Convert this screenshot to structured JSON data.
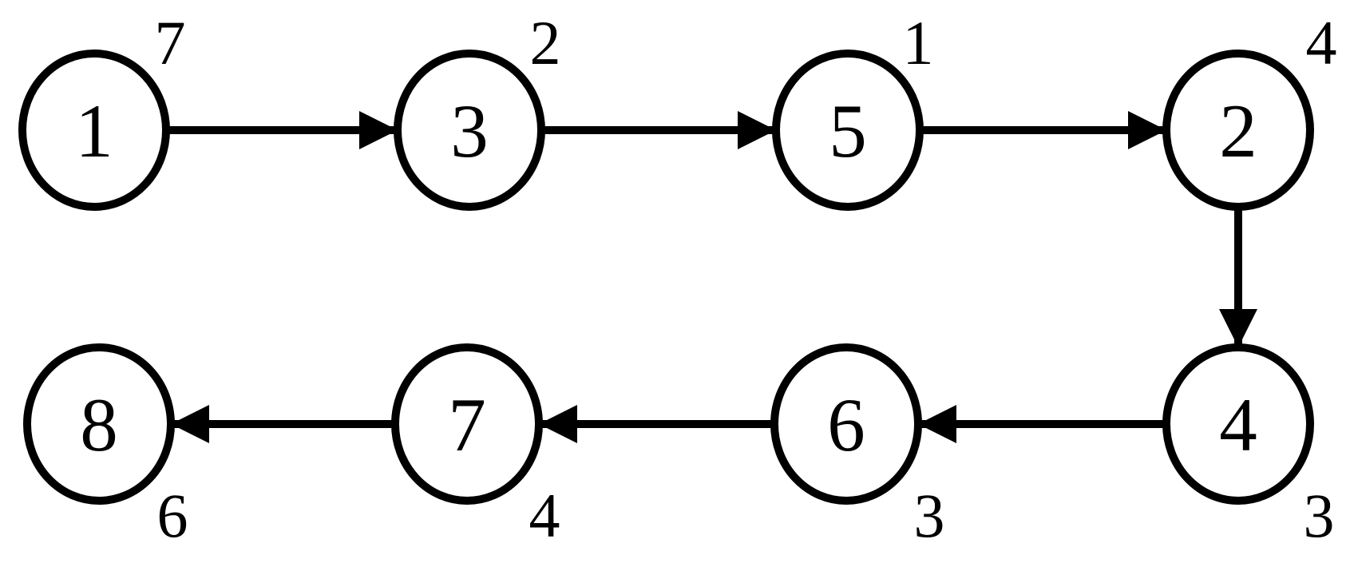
{
  "figure": {
    "type": "directed-graph-linked-list",
    "background_color": "#ffffff",
    "stroke_color": "#000000",
    "node_fill_color": "#ffffff",
    "nodes": [
      {
        "id": "1",
        "value": "7",
        "value_position": "top-right",
        "row": "top"
      },
      {
        "id": "3",
        "value": "2",
        "value_position": "top-right",
        "row": "top"
      },
      {
        "id": "5",
        "value": "1",
        "value_position": "top-right",
        "row": "top"
      },
      {
        "id": "2",
        "value": "4",
        "value_position": "top-right",
        "row": "top"
      },
      {
        "id": "4",
        "value": "3",
        "value_position": "bottom-right",
        "row": "bottom"
      },
      {
        "id": "6",
        "value": "3",
        "value_position": "bottom-right",
        "row": "bottom"
      },
      {
        "id": "7",
        "value": "4",
        "value_position": "bottom-right",
        "row": "bottom"
      },
      {
        "id": "8",
        "value": "6",
        "value_position": "bottom-right",
        "row": "bottom"
      }
    ],
    "edges": [
      {
        "from": "1",
        "to": "3",
        "direction": "right"
      },
      {
        "from": "3",
        "to": "5",
        "direction": "right"
      },
      {
        "from": "5",
        "to": "2",
        "direction": "right"
      },
      {
        "from": "2",
        "to": "4",
        "direction": "down"
      },
      {
        "from": "4",
        "to": "6",
        "direction": "left"
      },
      {
        "from": "6",
        "to": "7",
        "direction": "left"
      },
      {
        "from": "7",
        "to": "8",
        "direction": "left"
      }
    ]
  }
}
